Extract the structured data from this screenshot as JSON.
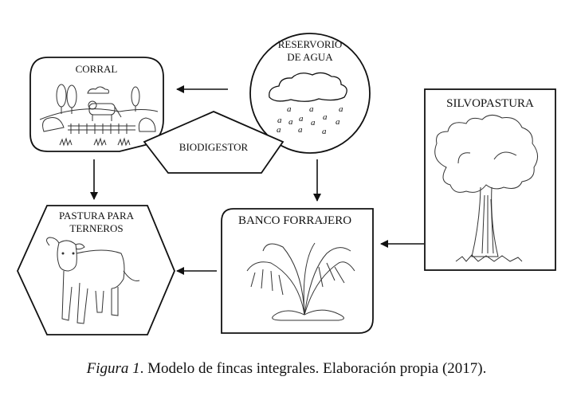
{
  "nodes": {
    "corral": {
      "label": "CORRAL",
      "illustration": "farm-scene-cow-fence-trees"
    },
    "reservorio": {
      "label_line1": "RESERVORIO",
      "label_line2": "DE AGUA",
      "illustration": "rain-cloud"
    },
    "biodigestor": {
      "label": "BIODIGESTOR"
    },
    "silvopastura": {
      "label": "SILVOPASTURA",
      "illustration": "tree"
    },
    "banco_forrajero": {
      "label": "BANCO FORRAJERO",
      "illustration": "forage-plant"
    },
    "pastura_terneros": {
      "label_line1": "PASTURA PARA",
      "label_line2": "TERNEROS",
      "illustration": "calf"
    }
  },
  "edges": [
    {
      "from": "reservorio",
      "to": "corral"
    },
    {
      "from": "corral",
      "to": "pastura_terneros"
    },
    {
      "from": "reservorio",
      "to": "banco_forrajero"
    },
    {
      "from": "silvopastura",
      "to": "banco_forrajero"
    },
    {
      "from": "banco_forrajero",
      "to": "pastura_terneros"
    }
  ],
  "caption": {
    "label": "Figura 1",
    "text": ". Modelo de fincas integrales. Elaboración propia (2017)."
  }
}
